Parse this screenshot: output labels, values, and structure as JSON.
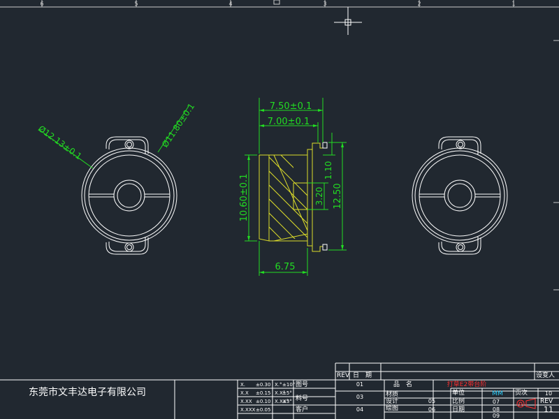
{
  "colors": {
    "background": "#212830",
    "outline": "#ffffff",
    "dimension": "#22dd22",
    "hatch": "#dcdc2a",
    "frame": "#ffffff",
    "title_red": "#ff3030",
    "title_cyan": "#2fd2ff"
  },
  "top_zone_labels": [
    "6",
    "5",
    "4",
    "3",
    "2",
    "1"
  ],
  "dimensions": {
    "front_outer_dia": "Ø12.13±0.1",
    "front_inner_dia": "Ø11.80±0.1",
    "width_total": "7.50±0.1",
    "width_body": "7.00±0.1",
    "height_body": "10.60±0.1",
    "height_total": "12.50",
    "step_small": "1.10",
    "step_inner": "3.20",
    "base_width": "6.75"
  },
  "company": {
    "name": "东莞市文丰达电子有限公司"
  },
  "title_block": {
    "rev_label": "REV",
    "date_label": "日　期",
    "approver_label": "设变人",
    "part_name_label": "品　名",
    "part_name_value": "打草E2带台阶",
    "drawing_no_label": "图号",
    "material_no_label": "料号",
    "customer_label": "客户",
    "material_label": "材质",
    "design_label": "设计",
    "drawn_label": "绘图",
    "unit_label": "单位",
    "unit_value": "MM",
    "scale_label": "比例",
    "date2_label": "日期",
    "page_label": "页次",
    "rev_num_label": "REV",
    "rev_num_value": "11",
    "cells": [
      "01",
      "03",
      "04",
      "05",
      "06",
      "07",
      "08",
      "09",
      "10"
    ],
    "tolerance_rows": [
      [
        "X.",
        "±0.30",
        "X.°",
        "±10°"
      ],
      [
        "X.X",
        "±0.15",
        "X.X°",
        "±5°"
      ],
      [
        "X.XX",
        "±0.10",
        "X.XX°",
        "±3°"
      ],
      [
        "X.XXX",
        "±0.05",
        "",
        ""
      ]
    ]
  }
}
